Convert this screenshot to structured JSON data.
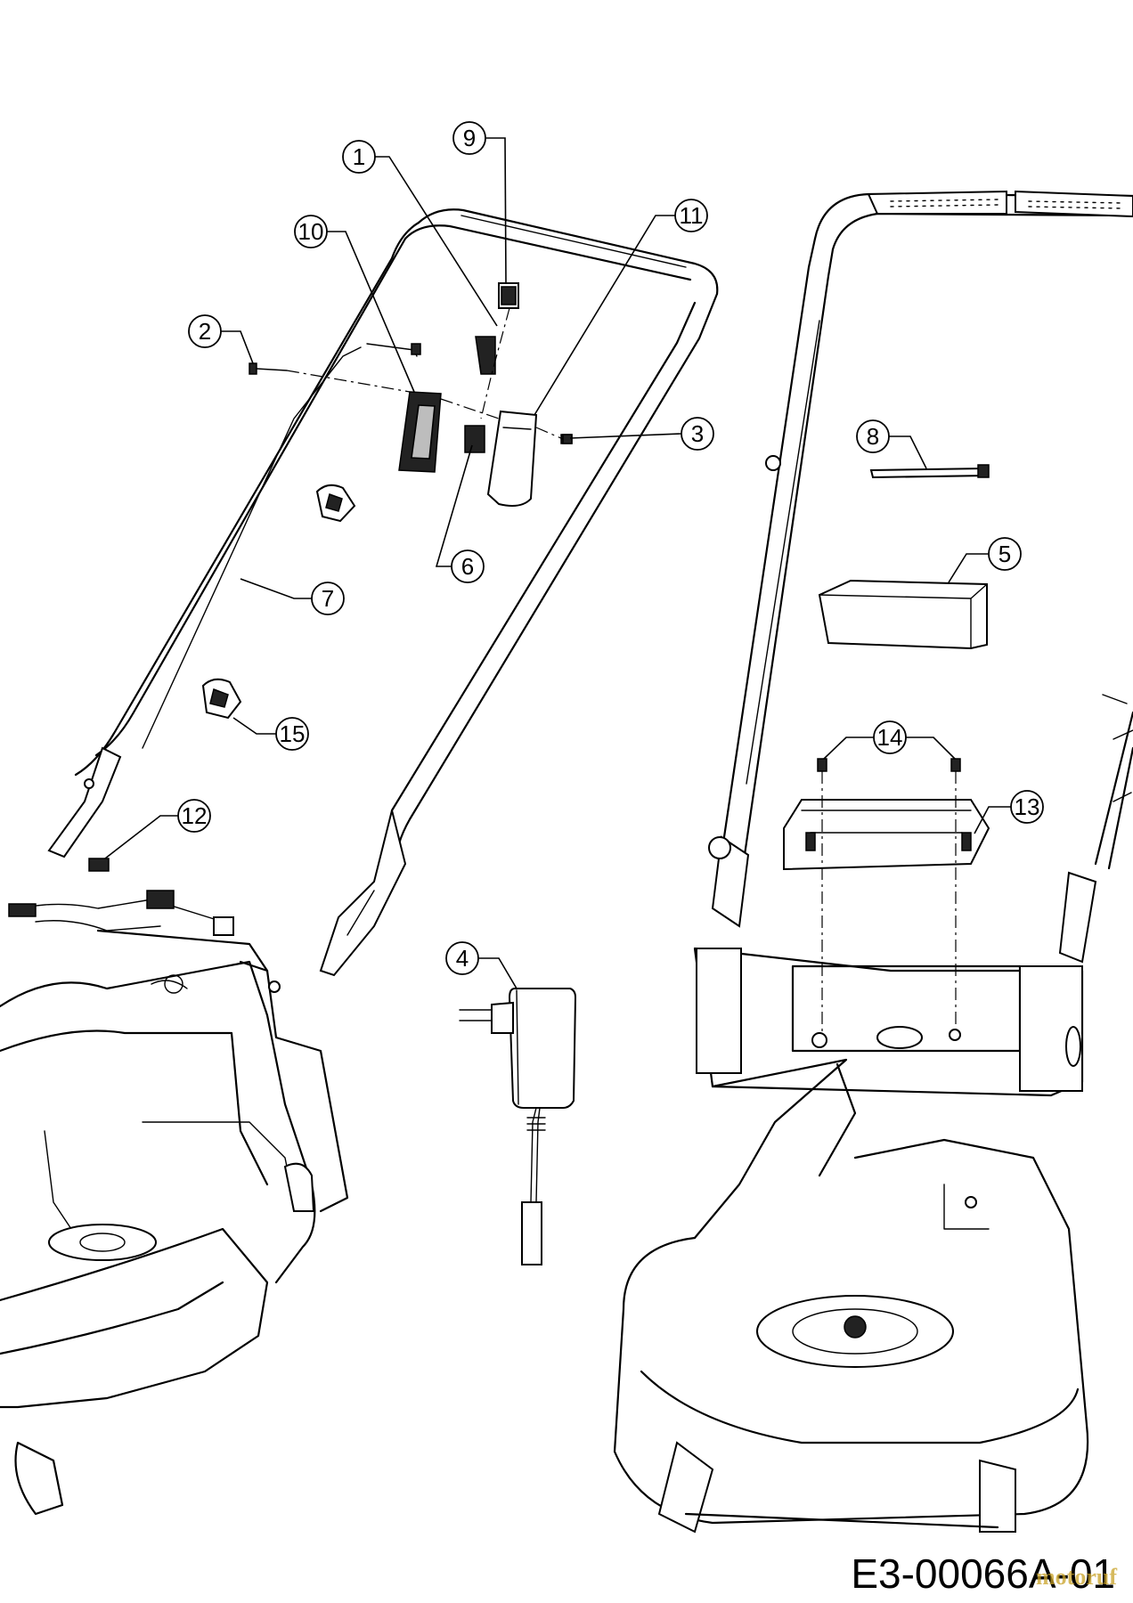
{
  "diagram": {
    "drawing_code": "E3-00066A-01",
    "watermark": "motoruf",
    "callouts": [
      "1",
      "2",
      "3",
      "4",
      "5",
      "6",
      "7",
      "8",
      "9",
      "10",
      "11",
      "12",
      "13",
      "14",
      "15"
    ]
  }
}
